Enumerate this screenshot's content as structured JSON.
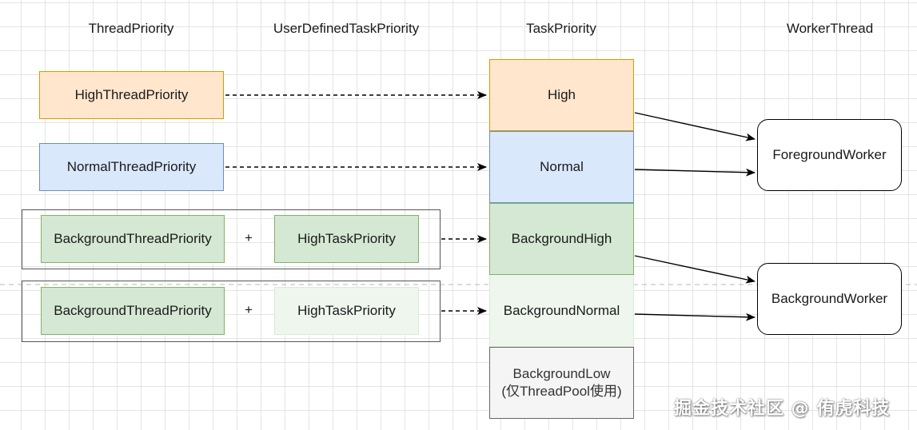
{
  "headers": {
    "thread_priority": "ThreadPriority",
    "user_defined_task_priority": "UserDefinedTaskPriority",
    "task_priority": "TaskPriority",
    "worker_thread": "WorkerThread"
  },
  "thread_priorities": {
    "high": "HighThreadPriority",
    "normal": "NormalThreadPriority",
    "background_1": "BackgroundThreadPriority",
    "background_2": "BackgroundThreadPriority"
  },
  "plus": "+",
  "user_defined": {
    "high_task_1": "HighTaskPriority",
    "high_task_2": "HighTaskPriority"
  },
  "task_priorities": {
    "high": "High",
    "normal": "Normal",
    "background_high": "BackgroundHigh",
    "background_normal": "BackgroundNormal",
    "background_low_line1": "BackgroundLow",
    "background_low_line2": "(仅ThreadPool使用)"
  },
  "workers": {
    "foreground": "ForegroundWorker",
    "background": "BackgroundWorker"
  },
  "watermark": "掘金技术社区 @ 侑虎科技",
  "colors": {
    "orange_fill": "#ffe6cc",
    "orange_stroke": "#d79b00",
    "blue_fill": "#dae8fc",
    "blue_stroke": "#6c8ebf",
    "green_fill": "#d5e8d4",
    "green_stroke": "#82b366",
    "gray_fill": "#f5f5f5",
    "gray_stroke": "#666666"
  }
}
